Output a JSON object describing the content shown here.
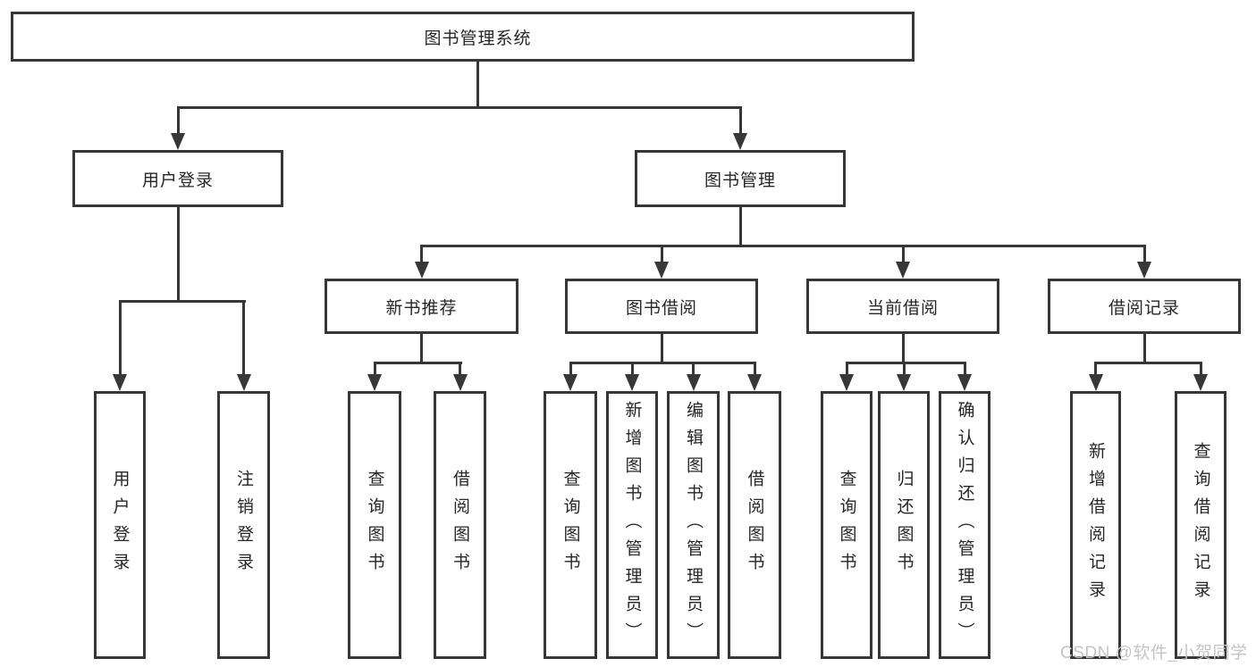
{
  "diagram": {
    "root": {
      "label": "图书管理系统"
    },
    "level2": {
      "user_login": {
        "label": "用户登录"
      },
      "book_management": {
        "label": "图书管理"
      }
    },
    "level3": {
      "new_book_recommend": {
        "label": "新书推荐"
      },
      "book_borrow": {
        "label": "图书借阅"
      },
      "current_borrow": {
        "label": "当前借阅"
      },
      "borrow_records": {
        "label": "借阅记录"
      }
    },
    "leaves": {
      "user_login": [
        "用户登录",
        "注销登录"
      ],
      "new_book_recommend": [
        "查询图书",
        "借阅图书"
      ],
      "book_borrow": [
        "查询图书",
        "新增图书（管理员）",
        "编辑图书（管理员）",
        "借阅图书"
      ],
      "current_borrow": [
        "查询图书",
        "归还图书",
        "确认归还（管理员）"
      ],
      "borrow_records": [
        "新增借阅记录",
        "查询借阅记录"
      ]
    }
  },
  "watermark": {
    "text": "CSDN @软件_小贺同学"
  },
  "colors": {
    "line": "#373737",
    "text": "#262626",
    "watermark": "#c4c4c4",
    "background": "#ffffff"
  }
}
